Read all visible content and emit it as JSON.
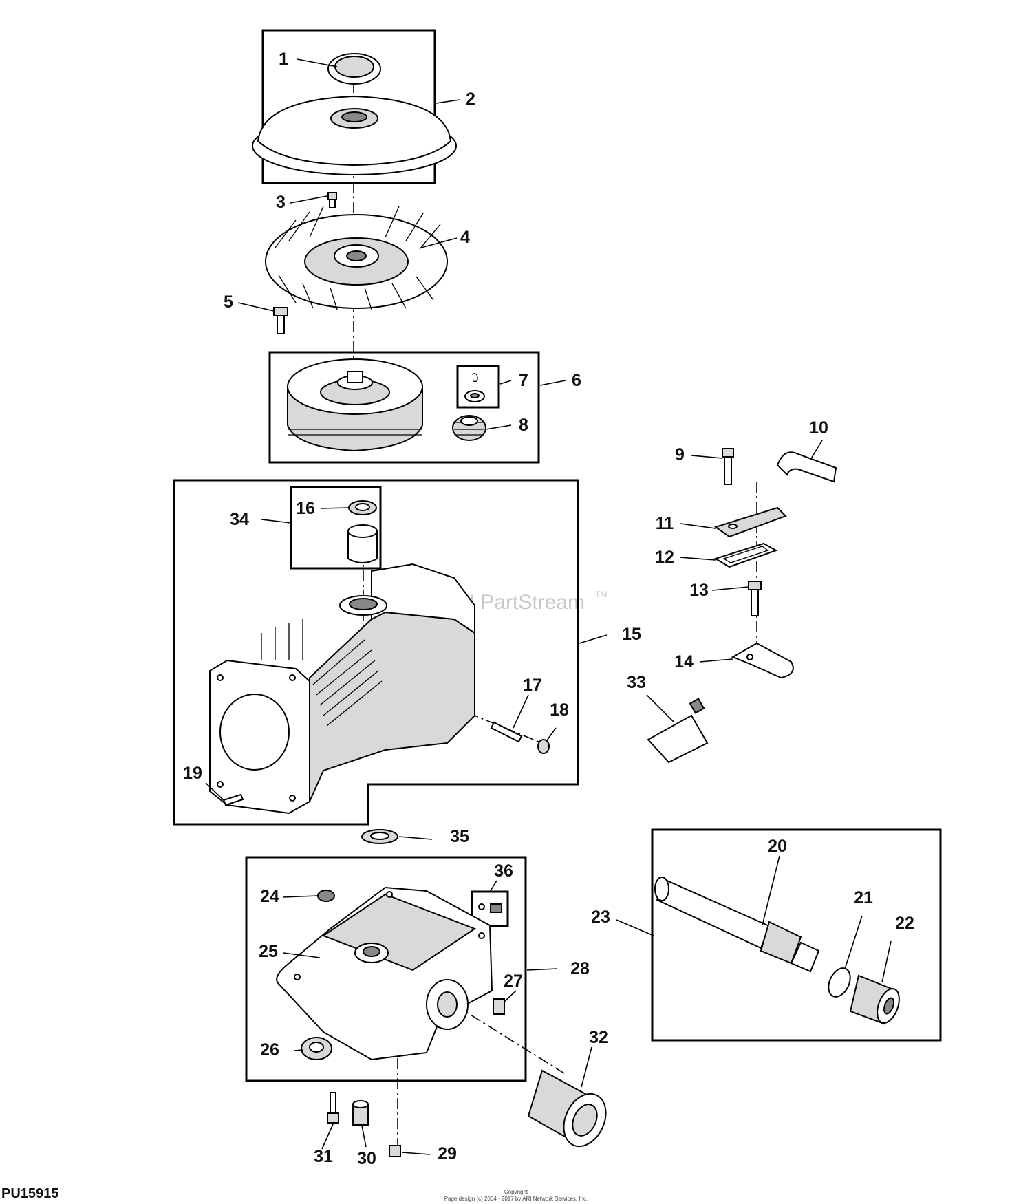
{
  "watermark": {
    "text": "ARI PartStream",
    "mark": "TM"
  },
  "figure_code": "PU15915",
  "footer": {
    "line1": "Copyright",
    "line2": "Page design (c) 2004 - 2017 by ARI Network Services, Inc."
  },
  "callouts": {
    "c1": "1",
    "c2": "2",
    "c3": "3",
    "c4": "4",
    "c5": "5",
    "c6": "6",
    "c7": "7",
    "c8": "8",
    "c9": "9",
    "c10": "10",
    "c11": "11",
    "c12": "12",
    "c13": "13",
    "c14": "14",
    "c15": "15",
    "c16": "16",
    "c17": "17",
    "c18": "18",
    "c19": "19",
    "c20": "20",
    "c21": "21",
    "c22": "22",
    "c23": "23",
    "c24": "24",
    "c25": "25",
    "c26": "26",
    "c27": "27",
    "c28": "28",
    "c29": "29",
    "c30": "30",
    "c31": "31",
    "c32": "32",
    "c33": "33",
    "c34": "34",
    "c35": "35",
    "c36": "36"
  },
  "parts": {
    "flywheel_screen": "1",
    "fan_cover": "2",
    "screw_small": "3",
    "fan": "4",
    "bolt": "5",
    "flywheel_assembly": "6",
    "key_kit": "7",
    "ring_gear": "8",
    "breather_bolt": "9",
    "breather_tube": "10",
    "breather_cover": "11",
    "breather_gasket": "12",
    "screw": "13",
    "reed_plate": "14",
    "crankcase_assembly": "15",
    "oil_seal": "16",
    "governor_pin": "17",
    "clip": "18",
    "dowel_pin": "19",
    "oil_fill_tube": "20",
    "o_ring": "21",
    "cap": "22",
    "oil_fill_assembly": "23",
    "plug": "24",
    "oil_pan": "25",
    "seal": "26",
    "fitting": "27",
    "oil_pan_assembly": "28",
    "drain_plug": "29",
    "nipple": "30",
    "stud": "31",
    "oil_filter": "32",
    "sealant_tube": "33",
    "bearing_kit": "34",
    "washer": "35",
    "pin_kit": "36"
  }
}
